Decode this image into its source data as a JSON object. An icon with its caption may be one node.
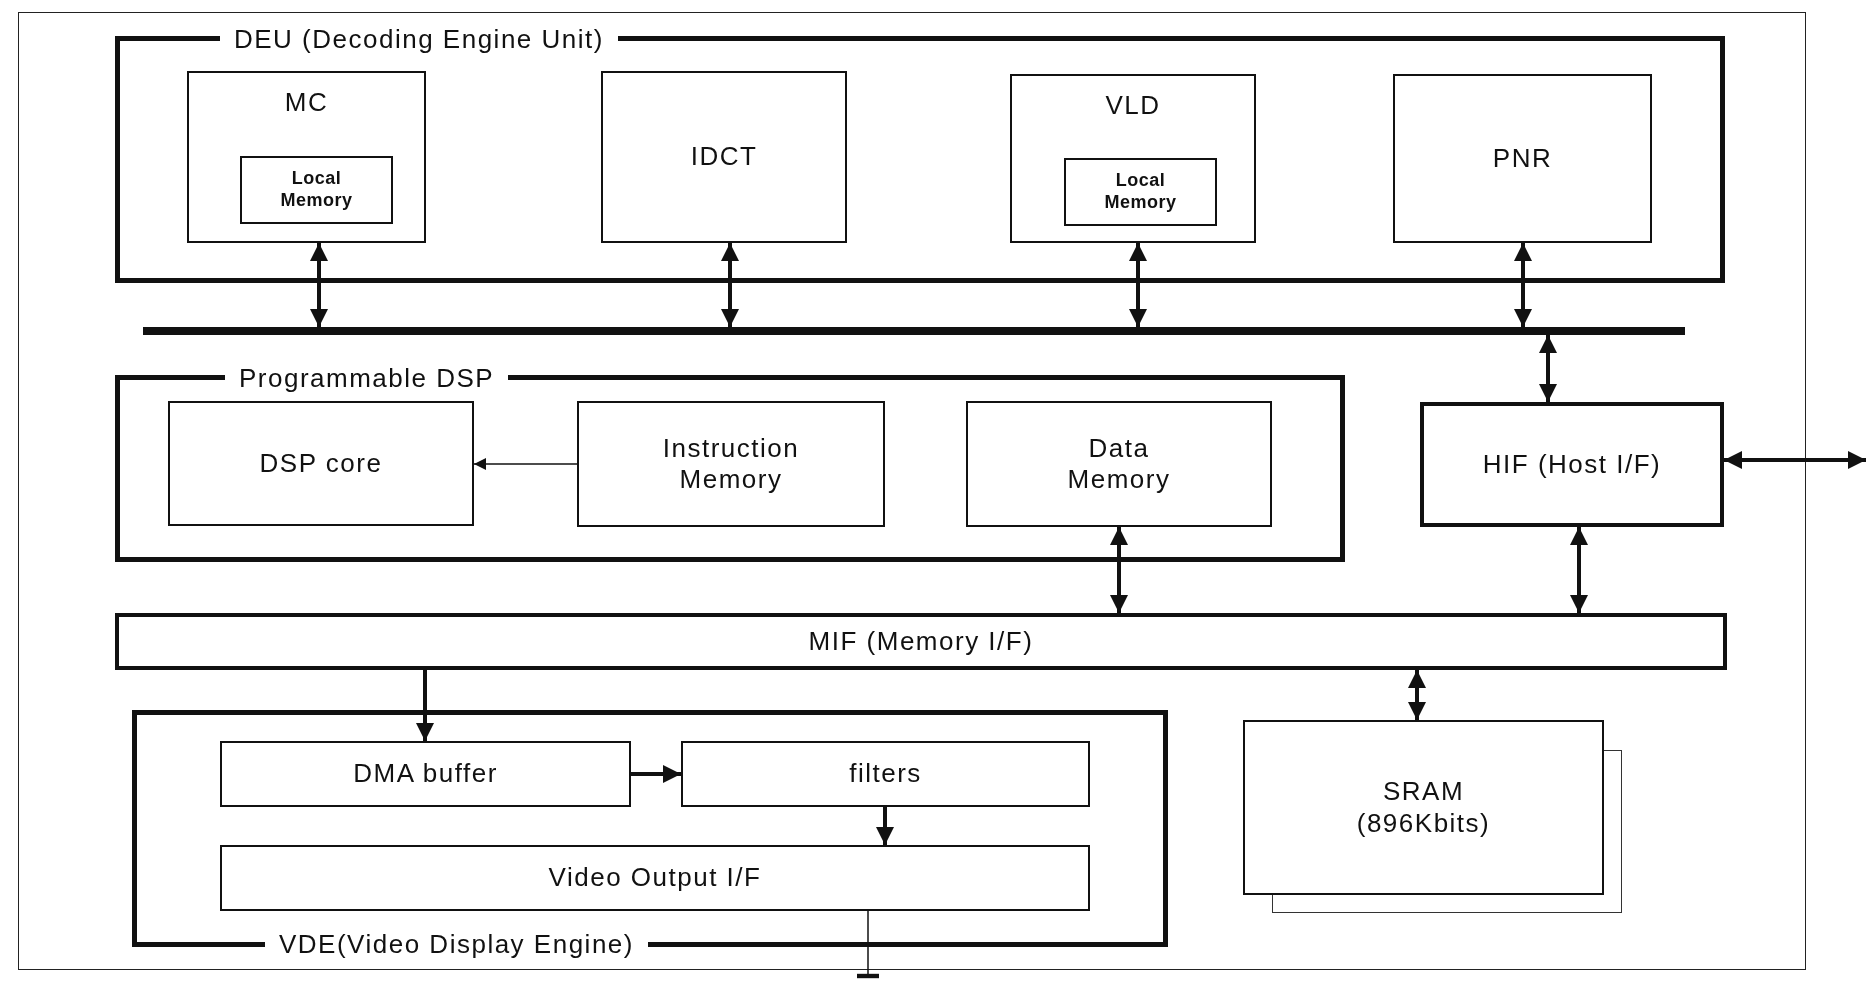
{
  "diagram": {
    "nodes": [
      {
        "text": [
          "DEU (Decoding Engine Unit)"
        ]
      },
      {
        "text": [
          "MC"
        ],
        "in": 0
      },
      {
        "text": [
          "Local Memory"
        ],
        "in": 1
      },
      {
        "text": [
          "IDCT"
        ],
        "in": 0
      },
      {
        "text": [
          "VLD"
        ],
        "in": 0
      },
      {
        "text": [
          "Local Memory"
        ],
        "in": 4
      },
      {
        "text": [
          "PNR"
        ],
        "in": 0
      },
      {
        "text": [],
        "shape": "bar"
      },
      {
        "text": [
          "Programmable DSP"
        ]
      },
      {
        "text": [
          "DSP core"
        ],
        "in": 8
      },
      {
        "text": [
          "Instruction Memory"
        ],
        "in": 8
      },
      {
        "text": [
          "Data Memory"
        ],
        "in": 8
      },
      {
        "text": [
          "HIF (Host I/F)"
        ]
      },
      {
        "text": [
          "MIF (Memory I/F)"
        ]
      },
      {
        "text": [
          "VDE(Video Display Engine)"
        ]
      },
      {
        "text": [
          "DMA buffer"
        ],
        "in": 14
      },
      {
        "text": [
          "filters"
        ],
        "in": 14
      },
      {
        "text": [
          "Video Output I/F"
        ],
        "in": 14
      },
      {
        "text": [
          "SRAM (896Kbits)"
        ]
      }
    ],
    "edges": [
      {
        "from": 1,
        "to": 7,
        "arrow": "both"
      },
      {
        "from": 3,
        "to": 7,
        "arrow": "both"
      },
      {
        "from": 4,
        "to": 7,
        "arrow": "both"
      },
      {
        "from": 6,
        "to": 7,
        "arrow": "both"
      },
      {
        "from": 7,
        "to": 12,
        "arrow": "both"
      },
      {
        "from": 10,
        "to": 9,
        "arrow": "to"
      },
      {
        "from": 11,
        "to": 13,
        "arrow": "both"
      },
      {
        "from": 12,
        "to": 13,
        "arrow": "both"
      },
      {
        "from": 12,
        "to": null,
        "arrow": "both"
      },
      {
        "from": 13,
        "to": 15,
        "arrow": "to"
      },
      {
        "from": 13,
        "to": 18,
        "arrow": "both"
      },
      {
        "from": 15,
        "to": 16,
        "arrow": "to"
      },
      {
        "from": 16,
        "to": 17,
        "arrow": "to"
      },
      {
        "from": 17,
        "to": null,
        "arrow": "other"
      }
    ]
  }
}
